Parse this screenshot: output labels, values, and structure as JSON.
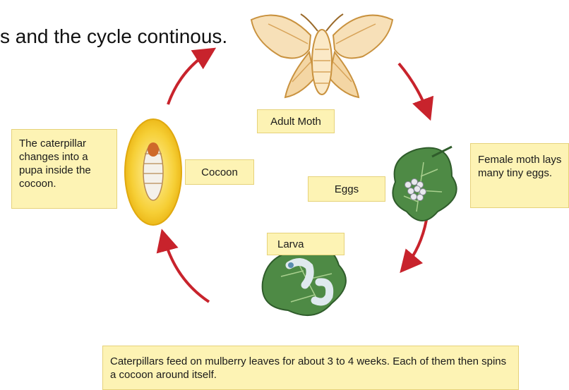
{
  "slide": {
    "heading": "s and the cycle continous."
  },
  "diagram": {
    "stages": {
      "adult_moth": "Adult Moth",
      "eggs": "Eggs",
      "larva": "Larva",
      "cocoon": "Cocoon"
    },
    "notes": {
      "female_moth": "Female moth lays many tiny eggs.",
      "caterpillar": "The caterpillar changes into a pupa inside the cocoon.",
      "feeding": "Caterpillars feed on mulberry leaves for about 3 to 4 weeks. Each of them then spins a cocoon around itself."
    },
    "colors": {
      "arrow": "#c8232c",
      "label_fill": "#fdf3b4",
      "leaf": "#3f7a3a",
      "cocoon": "#f3c21b"
    }
  }
}
